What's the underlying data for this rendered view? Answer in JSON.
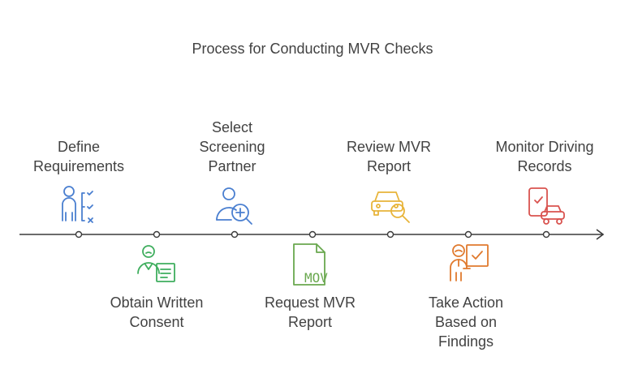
{
  "title": "Process for Conducting MVR Checks",
  "steps": [
    {
      "lines": [
        "Define",
        "Requirements"
      ],
      "icon": "checklist-person-icon",
      "color": "#4a7fd0",
      "position": "above"
    },
    {
      "lines": [
        "Obtain Written",
        "Consent"
      ],
      "icon": "person-document-icon",
      "color": "#3fae5e",
      "position": "below"
    },
    {
      "lines": [
        "Select",
        "Screening",
        "Partner"
      ],
      "icon": "person-search-icon",
      "color": "#4a7fd0",
      "position": "above"
    },
    {
      "lines": [
        "Request MVR",
        "Report"
      ],
      "icon": "file-mov-icon",
      "color": "#6aa84f",
      "position": "below"
    },
    {
      "lines": [
        "Review MVR",
        "Report"
      ],
      "icon": "car-search-icon",
      "color": "#e8b43a",
      "position": "above"
    },
    {
      "lines": [
        "Take Action",
        "Based on",
        "Findings"
      ],
      "icon": "person-board-icon",
      "color": "#e07a2e",
      "position": "below"
    },
    {
      "lines": [
        "Monitor Driving",
        "Records"
      ],
      "icon": "phone-car-icon",
      "color": "#d9534f",
      "position": "above"
    }
  ],
  "mov_text": "MOV",
  "colors": {
    "axis": "#3a3a3a",
    "text": "#424242"
  }
}
